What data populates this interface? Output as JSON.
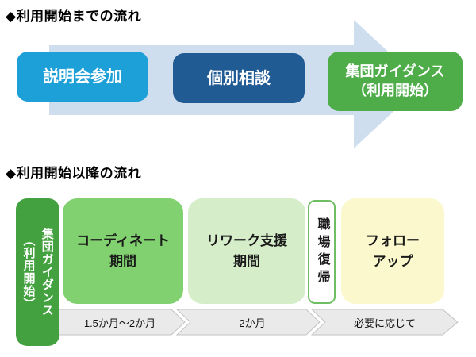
{
  "section1": {
    "title": "◆利用開始までの流れ",
    "arrow_color": "#CFDEEE",
    "steps": [
      {
        "label": "説明会参加",
        "bg": "#1D9FD8",
        "fg": "#FFFFFF"
      },
      {
        "label": "個別相談",
        "bg": "#215B93",
        "fg": "#FFFFFF"
      },
      {
        "line1": "集団ガイダンス",
        "line2": "（利用開始）",
        "bg": "#4EAD49",
        "fg": "#FFFFFF"
      }
    ]
  },
  "section2": {
    "title": "◆利用開始以降の流れ",
    "stages": [
      {
        "line1": "集団ガイダンス",
        "line2": "（利用開始）",
        "bg": "#43A23F",
        "fg": "#FFFFFF"
      },
      {
        "line1": "コーディネート",
        "line2": "期間",
        "bg": "#82D170",
        "fg": "#1A1A1A"
      },
      {
        "line1": "リワーク支援",
        "line2": "期間",
        "bg": "#D5EDC8",
        "fg": "#1A1A1A"
      },
      {
        "label": "職場復帰",
        "bg": "#FFFFFF",
        "border": "#6FBE63",
        "fg": "#1A1A1A"
      },
      {
        "line1": "フォロー",
        "line2": "アップ",
        "bg": "#FAF8CC",
        "fg": "#1A1A1A"
      }
    ],
    "timeline": {
      "bg": "#EAEAEA",
      "border": "#C2C2C2",
      "labels": [
        "1.5か月～2か月",
        "2か月",
        "必要に応じて"
      ]
    }
  }
}
